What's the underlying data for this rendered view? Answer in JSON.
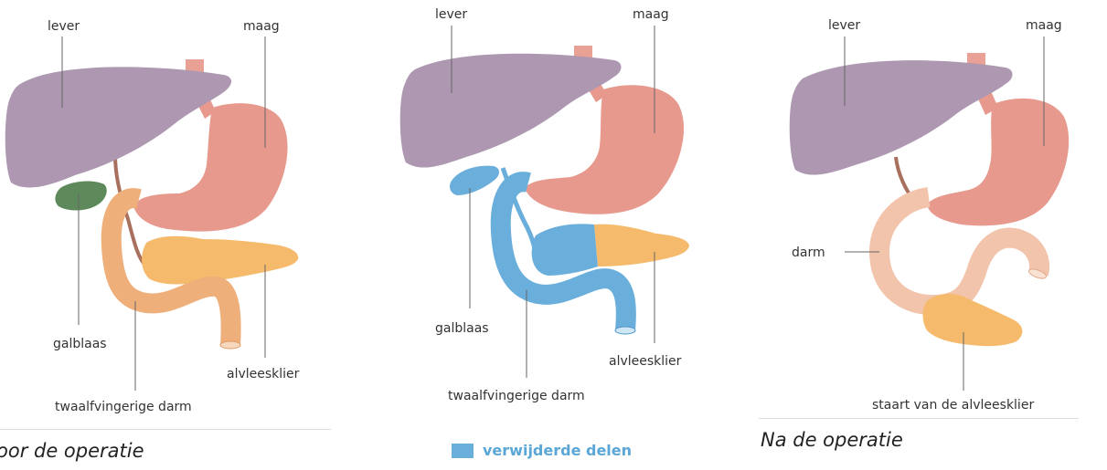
{
  "panels": [
    {
      "labels": {
        "liver": "lever",
        "stomach": "maag",
        "gallbladder": "galblaas",
        "duodenum": "twaalfvingerige darm",
        "pancreas": "alvleesklier"
      },
      "caption": "oor de operatie"
    },
    {
      "labels": {
        "liver": "lever",
        "stomach": "maag",
        "gallbladder": "galblaas",
        "duodenum": "twaalfvingerige darm",
        "pancreas": "alvleesklier"
      },
      "legend": "verwijderde delen"
    },
    {
      "labels": {
        "liver": "lever",
        "stomach": "maag",
        "intestine": "darm",
        "pancreas_tail": "staart van de alvleesklier"
      },
      "caption": "Na de operatie"
    }
  ],
  "colors": {
    "liver": "#ad97b1",
    "stomach": "#e7998d",
    "esophagus": "#e9a095",
    "bile_duct": "#a9705e",
    "gallbladder": "#5e8a5b",
    "duodenum": "#eeaf7b",
    "intestine_after": "#f1c4ab",
    "pancreas": "#f6ba6c",
    "removed": "#6aaedb",
    "label_line": "#666666"
  }
}
